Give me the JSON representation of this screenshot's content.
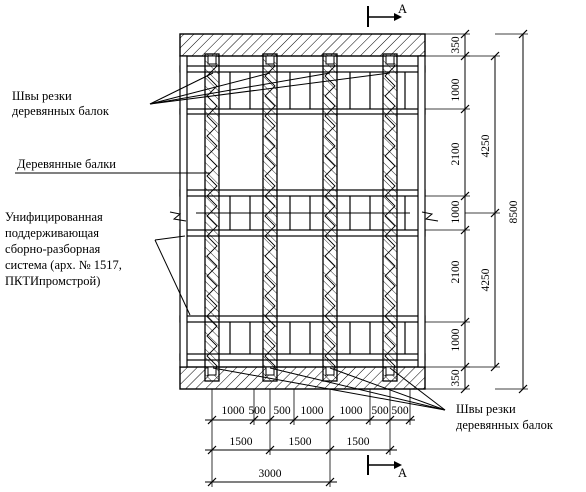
{
  "section_mark": "А",
  "labels": {
    "seams_top": [
      "Швы резки",
      "деревянных балок"
    ],
    "beams": "Деревянные балки",
    "system": [
      "Унифицированная",
      "поддерживающая",
      "сборно-разборная",
      "система (арх. № 1517,",
      "ПКТИпромстрой)"
    ],
    "seams_bottom": [
      "Швы резки",
      "деревянных балок"
    ]
  },
  "right_dims": {
    "inner": [
      "350",
      "1000",
      "2100",
      "1000",
      "2100",
      "1000",
      "350"
    ],
    "middle": [
      "4250",
      "4250"
    ],
    "outer": "8500"
  },
  "bottom_dims": {
    "row1": [
      "1000",
      "500",
      "500",
      "1000",
      "1000",
      "500",
      "500"
    ],
    "row2": [
      "1500",
      "1500",
      "1500"
    ],
    "row3": "3000"
  },
  "colors": {
    "ink": "#000000",
    "paper": "#ffffff"
  }
}
